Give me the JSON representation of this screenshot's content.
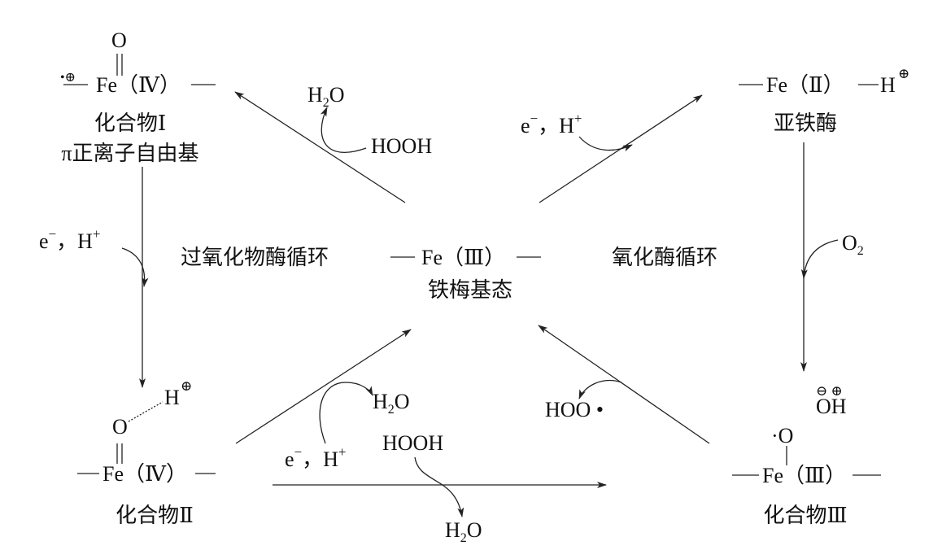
{
  "diagram": {
    "compound1": {
      "oxygen": "O",
      "radical": "•⊕",
      "core": "Fe（Ⅳ）",
      "name": "化合物Ⅰ",
      "desc": "π正离子自由基"
    },
    "compound2": {
      "oxygen": "O",
      "proton": "H",
      "proton_charge": "⊕",
      "core": "Fe（Ⅳ）",
      "name": "化合物Ⅱ"
    },
    "compound3": {
      "oxygen": "·O",
      "hydroxide": "OH",
      "hydroxide_charges": "⊖ ⊕",
      "core": "Fe（Ⅲ）",
      "name": "化合物Ⅲ"
    },
    "ferrous": {
      "core": "Fe（Ⅱ）",
      "proton": "H",
      "proton_charge": "⊕",
      "name": "亚铁酶"
    },
    "resting": {
      "core": "Fe（Ⅲ）",
      "name": "铁梅基态"
    },
    "cycles": {
      "peroxidase": "过氧化物酶循环",
      "oxidase": "氧化酶循环"
    },
    "reagents": {
      "h2o_top": "H",
      "h2o_sub": "2",
      "h2o_o": "O",
      "hooh_top": "HOOH",
      "eh_top": "e",
      "eh_minus": "−",
      "eh_mid": "，H",
      "eh_plus": "+",
      "o2": "O",
      "o2_sub": "2",
      "hoo": "HOO •",
      "eh_bottom": "e",
      "hooh_bottom": "HOOH"
    }
  }
}
